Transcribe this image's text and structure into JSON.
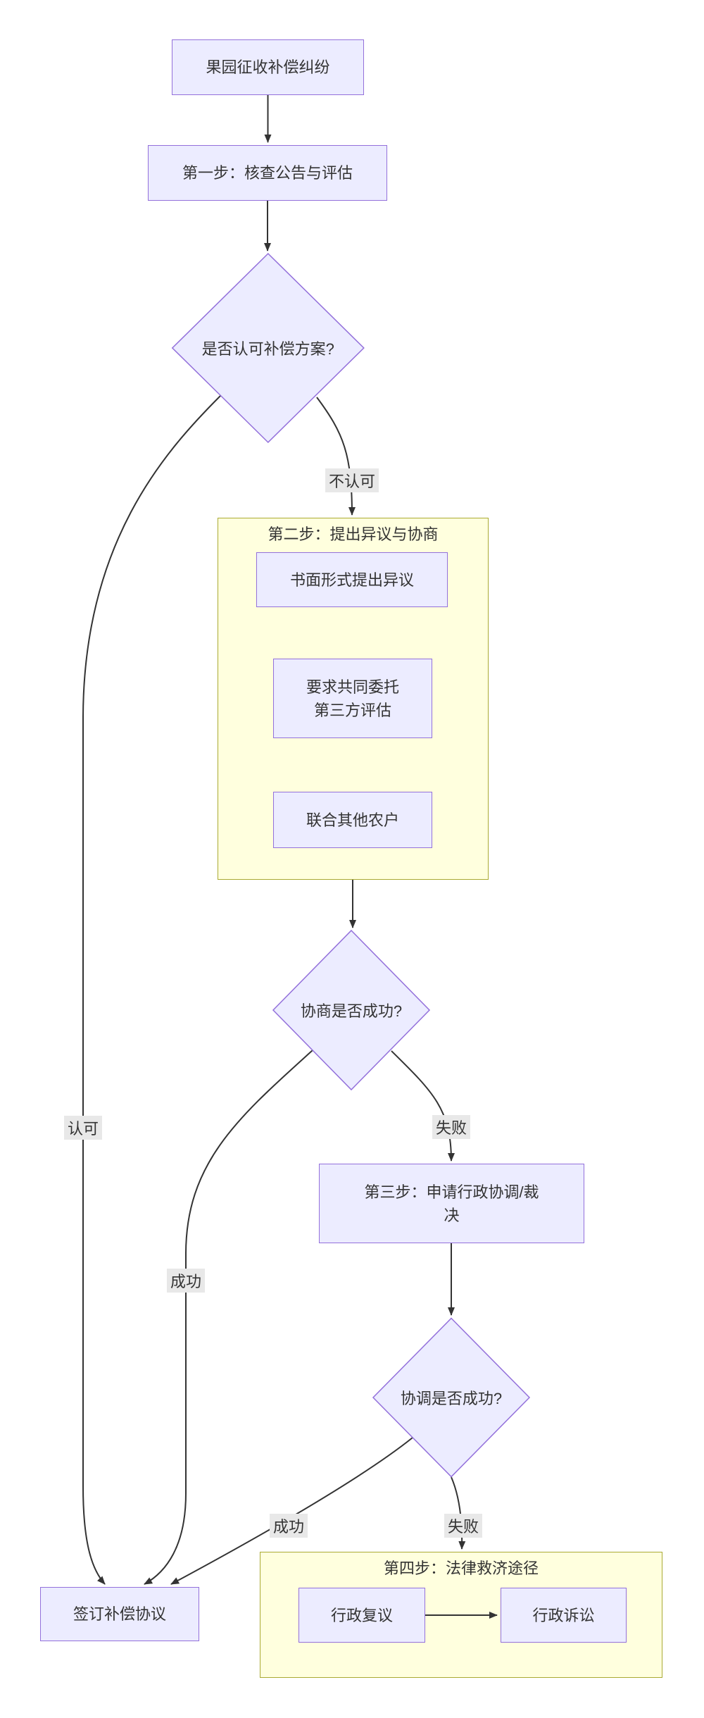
{
  "diagram": {
    "type": "flowchart",
    "direction": "top-down",
    "colors": {
      "background": "#FFFFFF",
      "node_fill": "#ECECFF",
      "node_border": "#9370DB",
      "subgraph_fill": "#FFFFDE",
      "subgraph_border": "#AAAA33",
      "edge_stroke": "#333333",
      "edge_label_background": "#E8E8E8",
      "text": "#333333"
    },
    "nodes": {
      "start": "果园征收补偿纠纷",
      "step1": "第一步：核查公告与评估",
      "decision_accept": "是否认可补偿方案?",
      "objection_written": "书面形式提出异议",
      "joint_assessment_line1": "要求共同委托",
      "joint_assessment_line2": "第三方评估",
      "unite_farmers": "联合其他农户",
      "decision_negotiation": "协商是否成功?",
      "step3_line1": "第三步：申请行政协调/裁",
      "step3_line2": "决",
      "decision_mediation": "协调是否成功?",
      "admin_review": "行政复议",
      "admin_litigation": "行政诉讼",
      "sign_agreement": "签订补偿协议"
    },
    "subgraphs": {
      "step2_title": "第二步：提出异议与协商",
      "step4_title": "第四步：法律救济途径"
    },
    "edge_labels": {
      "not_accept": "不认可",
      "accept": "认可",
      "negotiation_fail": "失败",
      "negotiation_success": "成功",
      "mediation_fail": "失败",
      "mediation_success": "成功"
    }
  }
}
